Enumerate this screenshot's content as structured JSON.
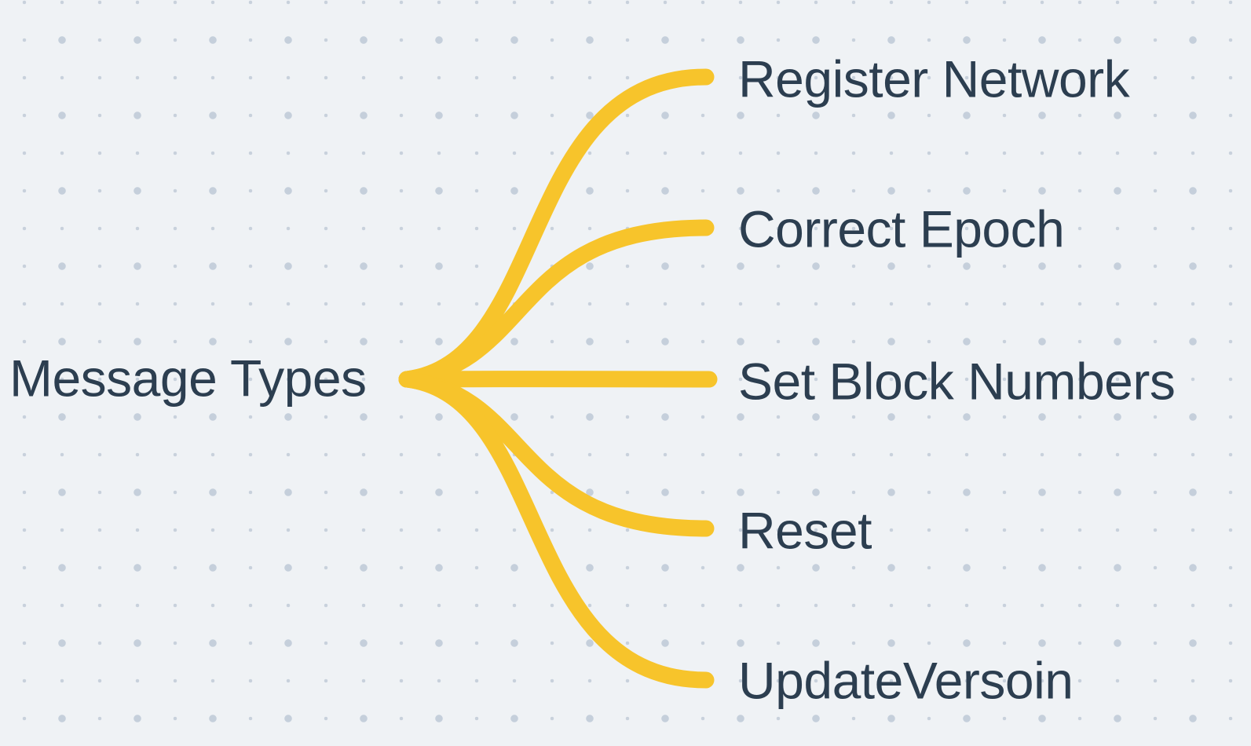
{
  "theme": {
    "background_color": "#EFF2F5",
    "dot_small_color": "#C8D1DC",
    "dot_large_color": "#C5CFDB",
    "branch_color": "#F7C42B",
    "text_color": "#2C3E50"
  },
  "mindmap": {
    "type": "mindmap",
    "root": {
      "label": "Message Types"
    },
    "branches": [
      {
        "label": "Register Network"
      },
      {
        "label": "Correct Epoch"
      },
      {
        "label": "Set Block Numbers"
      },
      {
        "label": "Reset"
      },
      {
        "label": "UpdateVersoin"
      }
    ]
  }
}
